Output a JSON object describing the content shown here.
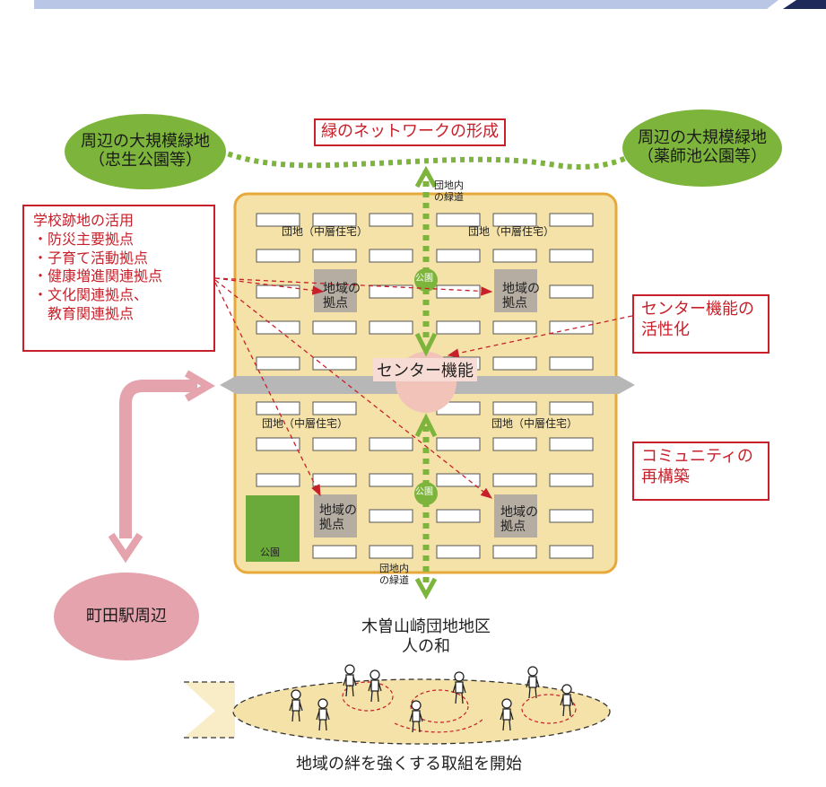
{
  "network_title": "緑のネットワークの形成",
  "green_left": [
    "周辺の大規模緑地",
    "（忠生公園等）"
  ],
  "green_right": [
    "周辺の大規模緑地",
    "（薬師池公園等）"
  ],
  "greenway_top": [
    "団地内",
    "の緑道"
  ],
  "greenway_bottom": [
    "団地内",
    "の緑道"
  ],
  "school": {
    "title": "学校跡地の活用",
    "items": [
      "・防災主要拠点",
      "・子育て活動拠点",
      "・健康増進関連拠点",
      "・文化関連拠点、",
      "　教育関連拠点"
    ]
  },
  "center_function_box": [
    "センター機能の",
    "活性化"
  ],
  "community_box": [
    "コミュニティの",
    "再構築"
  ],
  "housing_label": "団地（中層住宅）",
  "hub_label": [
    "地域の",
    "拠点"
  ],
  "park_label": "公園",
  "center_label": "センター機能",
  "station": "町田駅周辺",
  "district": [
    "木曽山崎団地地区",
    "人の和"
  ],
  "caption": "地域の絆を強くする取組を開始",
  "colors": {
    "accent_red": "#c8202a",
    "green": "#7db43c",
    "estate_fill": "#f5e2a9",
    "estate_border": "#e6a93a",
    "pink": "#e4a3ad",
    "center_circle": "#f2c3b8",
    "hub_gray": "#b5aca2"
  }
}
